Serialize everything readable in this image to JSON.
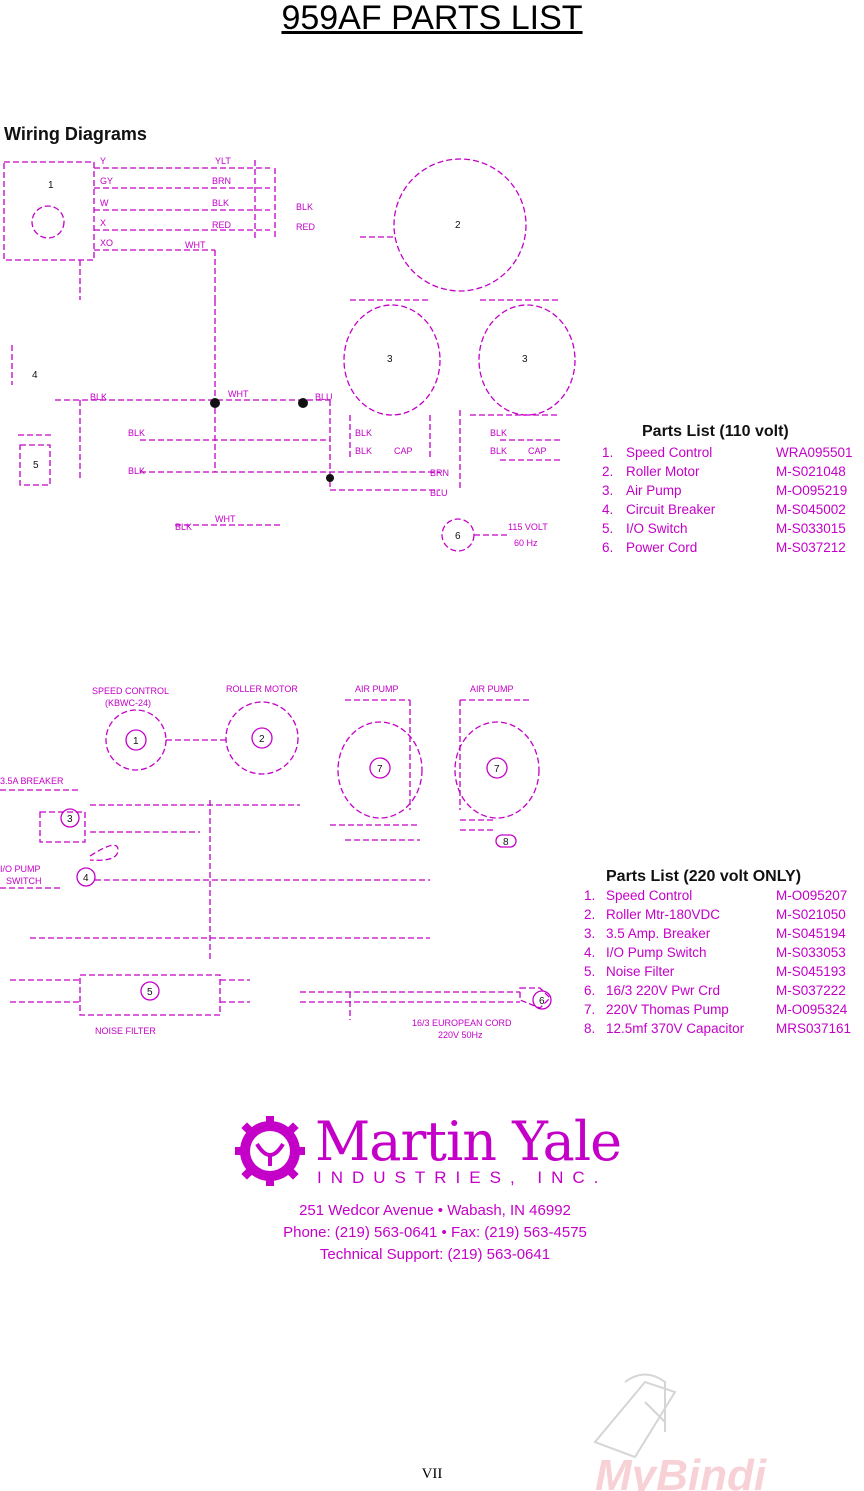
{
  "page": {
    "title": "959AF PARTS LIST",
    "footer": "VII"
  },
  "wiring": {
    "title": "Wiring Diagrams"
  },
  "parts_110": {
    "heading": "Parts List  (110 volt)",
    "items": [
      {
        "num": "1.",
        "name": "Speed Control",
        "part": "WRA095501"
      },
      {
        "num": "2.",
        "name": "Roller Motor",
        "part": "M-S021048"
      },
      {
        "num": "3.",
        "name": "Air Pump",
        "part": "M-O095219"
      },
      {
        "num": "4.",
        "name": "Circuit Breaker",
        "part": "M-S045002"
      },
      {
        "num": "5.",
        "name": "I/O Switch",
        "part": "M-S033015"
      },
      {
        "num": "6.",
        "name": "Power Cord",
        "part": "M-S037212"
      }
    ]
  },
  "parts_220": {
    "heading": "Parts List  (220 volt ONLY)",
    "items": [
      {
        "num": "1.",
        "name": "Speed Control",
        "part": "M-O095207"
      },
      {
        "num": "2.",
        "name": "Roller Mtr-180VDC",
        "part": "M-S021050"
      },
      {
        "num": "3.",
        "name": "3.5 Amp. Breaker",
        "part": "M-S045194"
      },
      {
        "num": "4.",
        "name": "I/O Pump Switch",
        "part": "M-S033053"
      },
      {
        "num": "5.",
        "name": "Noise Filter",
        "part": "M-S045193"
      },
      {
        "num": "6.",
        "name": "16/3 220V Pwr Crd",
        "part": "M-S037222"
      },
      {
        "num": "7.",
        "name": "220V Thomas Pump",
        "part": "M-O095324"
      },
      {
        "num": "8.",
        "name": "12.5mf 370V Capacitor",
        "part": "MRS037161"
      }
    ]
  },
  "diagram1_labels": {
    "y": "Y",
    "gy": "GY",
    "w": "W",
    "x": "X",
    "xo": "XO",
    "ylt": "YLT",
    "brn": "BRN",
    "blk": "BLK",
    "red": "RED",
    "wht": "WHT",
    "blu": "BLU",
    "cap": "CAP",
    "v115": "115 VOLT",
    "hz": "60 Hz",
    "n1": "1",
    "n2": "2",
    "n3": "3",
    "n4": "4",
    "n5": "5",
    "n6": "6"
  },
  "diagram2_labels": {
    "speed_control": "SPEED CONTROL",
    "speed_control_part": "(KBWC-24)",
    "roller_motor": "ROLLER MOTOR",
    "air_pump": "AIR PUMP",
    "breaker": "3.5A BREAKER",
    "pump_switch": "I/O PUMP",
    "switch": "SWITCH",
    "noise_filter": "NOISE FILTER",
    "cord": "16/3 EUROPEAN CORD",
    "cord_v": "220V 50Hz",
    "n1": "1",
    "n2": "2",
    "n3": "3",
    "n4": "4",
    "n5": "5",
    "n6": "6",
    "n7": "7",
    "n8": "8"
  },
  "logo": {
    "name": "Martin Yale",
    "industries": "INDUSTRIES, INC.",
    "address": "251 Wedcor Avenue  •  Wabash, IN  46992",
    "phone": "Phone:  (219) 563-0641  •  Fax:  (219) 563-4575",
    "support": "Technical Support:  (219) 563-0641"
  },
  "watermark": {
    "text": "MyBindi"
  },
  "colors": {
    "ink": "#c400c8",
    "text": "#000000",
    "watermark": "#e04a5a"
  }
}
